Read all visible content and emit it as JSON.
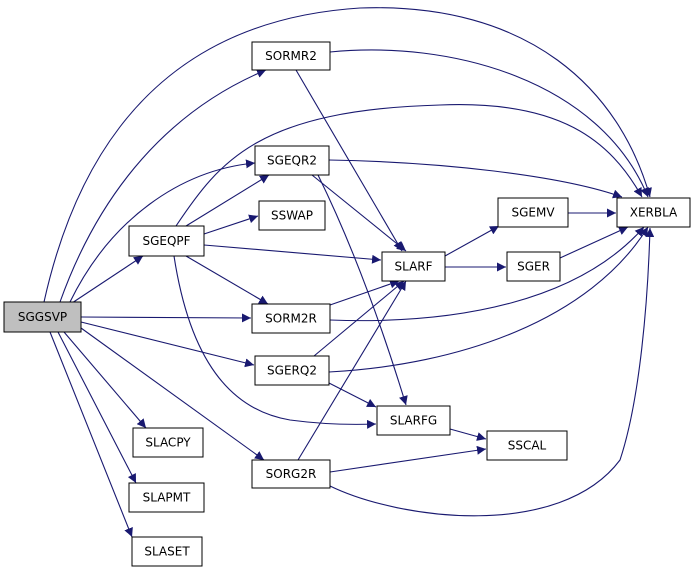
{
  "colors": {
    "edge": "#191970",
    "node_fill": "#ffffff",
    "root_fill": "#bfbfbf",
    "node_border": "#000000"
  },
  "nodes": [
    {
      "id": "SGGSVP",
      "label": "SGGSVP",
      "root": true
    },
    {
      "id": "SORMR2",
      "label": "SORMR2"
    },
    {
      "id": "SGEQR2",
      "label": "SGEQR2"
    },
    {
      "id": "SGEQPF",
      "label": "SGEQPF"
    },
    {
      "id": "SSWAP",
      "label": "SSWAP"
    },
    {
      "id": "SLARF",
      "label": "SLARF"
    },
    {
      "id": "SORM2R",
      "label": "SORM2R"
    },
    {
      "id": "SGERQ2",
      "label": "SGERQ2"
    },
    {
      "id": "SLARFG",
      "label": "SLARFG"
    },
    {
      "id": "SLACPY",
      "label": "SLACPY"
    },
    {
      "id": "SORG2R",
      "label": "SORG2R"
    },
    {
      "id": "SLAPMT",
      "label": "SLAPMT"
    },
    {
      "id": "SLASET",
      "label": "SLASET"
    },
    {
      "id": "SGEMV",
      "label": "SGEMV"
    },
    {
      "id": "SGER",
      "label": "SGER"
    },
    {
      "id": "SSCAL",
      "label": "SSCAL"
    },
    {
      "id": "XERBLA",
      "label": "XERBLA"
    }
  ],
  "edges": [
    {
      "from": "SGGSVP",
      "to": "XERBLA"
    },
    {
      "from": "SGGSVP",
      "to": "SORMR2"
    },
    {
      "from": "SGGSVP",
      "to": "SGEQR2"
    },
    {
      "from": "SGGSVP",
      "to": "SGEQPF"
    },
    {
      "from": "SGGSVP",
      "to": "SORM2R"
    },
    {
      "from": "SGGSVP",
      "to": "SGERQ2"
    },
    {
      "from": "SGGSVP",
      "to": "SLACPY"
    },
    {
      "from": "SGGSVP",
      "to": "SORG2R"
    },
    {
      "from": "SGGSVP",
      "to": "SLAPMT"
    },
    {
      "from": "SGGSVP",
      "to": "SLASET"
    },
    {
      "from": "SORMR2",
      "to": "XERBLA"
    },
    {
      "from": "SORMR2",
      "to": "SLARF"
    },
    {
      "from": "SGEQPF",
      "to": "XERBLA"
    },
    {
      "from": "SGEQPF",
      "to": "SGEQR2"
    },
    {
      "from": "SGEQPF",
      "to": "SSWAP"
    },
    {
      "from": "SGEQPF",
      "to": "SLARF"
    },
    {
      "from": "SGEQPF",
      "to": "SORM2R"
    },
    {
      "from": "SGEQPF",
      "to": "SLARFG"
    },
    {
      "from": "SGEQR2",
      "to": "XERBLA"
    },
    {
      "from": "SGEQR2",
      "to": "SLARF"
    },
    {
      "from": "SGEQR2",
      "to": "SLARFG"
    },
    {
      "from": "SLARF",
      "to": "SGEMV"
    },
    {
      "from": "SLARF",
      "to": "SGER"
    },
    {
      "from": "SGEMV",
      "to": "XERBLA"
    },
    {
      "from": "SGER",
      "to": "XERBLA"
    },
    {
      "from": "SORM2R",
      "to": "SLARF"
    },
    {
      "from": "SORM2R",
      "to": "XERBLA"
    },
    {
      "from": "SGERQ2",
      "to": "SLARF"
    },
    {
      "from": "SGERQ2",
      "to": "XERBLA"
    },
    {
      "from": "SGERQ2",
      "to": "SLARFG"
    },
    {
      "from": "SLARFG",
      "to": "SSCAL"
    },
    {
      "from": "SORG2R",
      "to": "SLARF"
    },
    {
      "from": "SORG2R",
      "to": "SSCAL"
    },
    {
      "from": "SORG2R",
      "to": "XERBLA"
    }
  ]
}
